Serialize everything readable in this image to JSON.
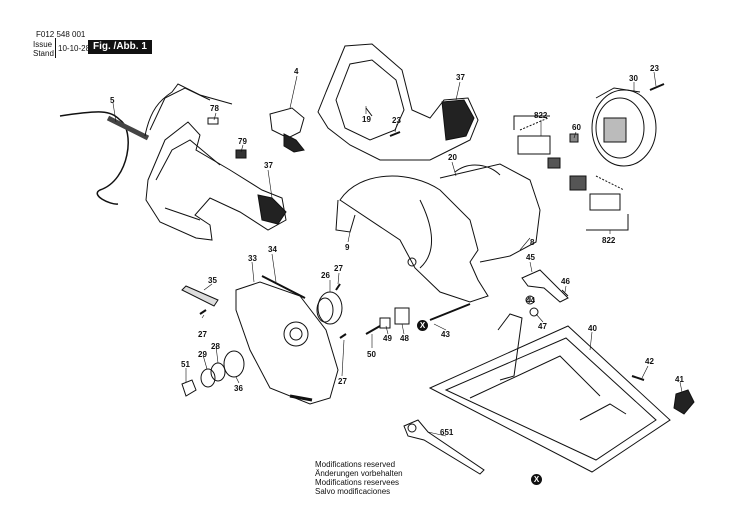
{
  "header": {
    "doc_number": "F012 548 001",
    "issue_label": "Issue",
    "stand_label": "Stand",
    "date": "10-10-28",
    "figure_label": "Fig. /Abb. 1"
  },
  "parts": [
    {
      "id": "p5",
      "text": "5"
    },
    {
      "id": "p78",
      "text": "78"
    },
    {
      "id": "p79",
      "text": "79"
    },
    {
      "id": "p37a",
      "text": "37"
    },
    {
      "id": "p4",
      "text": "4"
    },
    {
      "id": "p19",
      "text": "19"
    },
    {
      "id": "p23a",
      "text": "23"
    },
    {
      "id": "p37b",
      "text": "37"
    },
    {
      "id": "p30",
      "text": "30"
    },
    {
      "id": "p23b",
      "text": "23"
    },
    {
      "id": "p822a",
      "text": "822"
    },
    {
      "id": "p60",
      "text": "60"
    },
    {
      "id": "p20",
      "text": "20"
    },
    {
      "id": "p9",
      "text": "9"
    },
    {
      "id": "p8",
      "text": "8"
    },
    {
      "id": "p822b",
      "text": "822"
    },
    {
      "id": "p34",
      "text": "34"
    },
    {
      "id": "p33",
      "text": "33"
    },
    {
      "id": "p26",
      "text": "26"
    },
    {
      "id": "p27a",
      "text": "27"
    },
    {
      "id": "p35",
      "text": "35"
    },
    {
      "id": "p27b",
      "text": "27"
    },
    {
      "id": "p45",
      "text": "45"
    },
    {
      "id": "p46",
      "text": "46"
    },
    {
      "id": "p44",
      "text": "44"
    },
    {
      "id": "p47",
      "text": "47"
    },
    {
      "id": "p43",
      "text": "43"
    },
    {
      "id": "p49",
      "text": "49"
    },
    {
      "id": "p48",
      "text": "48"
    },
    {
      "id": "p50",
      "text": "50"
    },
    {
      "id": "p28",
      "text": "28"
    },
    {
      "id": "p29",
      "text": "29"
    },
    {
      "id": "p51",
      "text": "51"
    },
    {
      "id": "p36",
      "text": "36"
    },
    {
      "id": "p27c",
      "text": "27"
    },
    {
      "id": "p40",
      "text": "40"
    },
    {
      "id": "p42",
      "text": "42"
    },
    {
      "id": "p41",
      "text": "41"
    },
    {
      "id": "p651",
      "text": "651"
    }
  ],
  "markers": {
    "x1": "X",
    "x2": "X"
  },
  "notes": {
    "line1": "Modifications reserved",
    "line2": "Änderungen vorbehalten",
    "line3": "Modifications reservees",
    "line4": "Salvo modificaciones"
  }
}
